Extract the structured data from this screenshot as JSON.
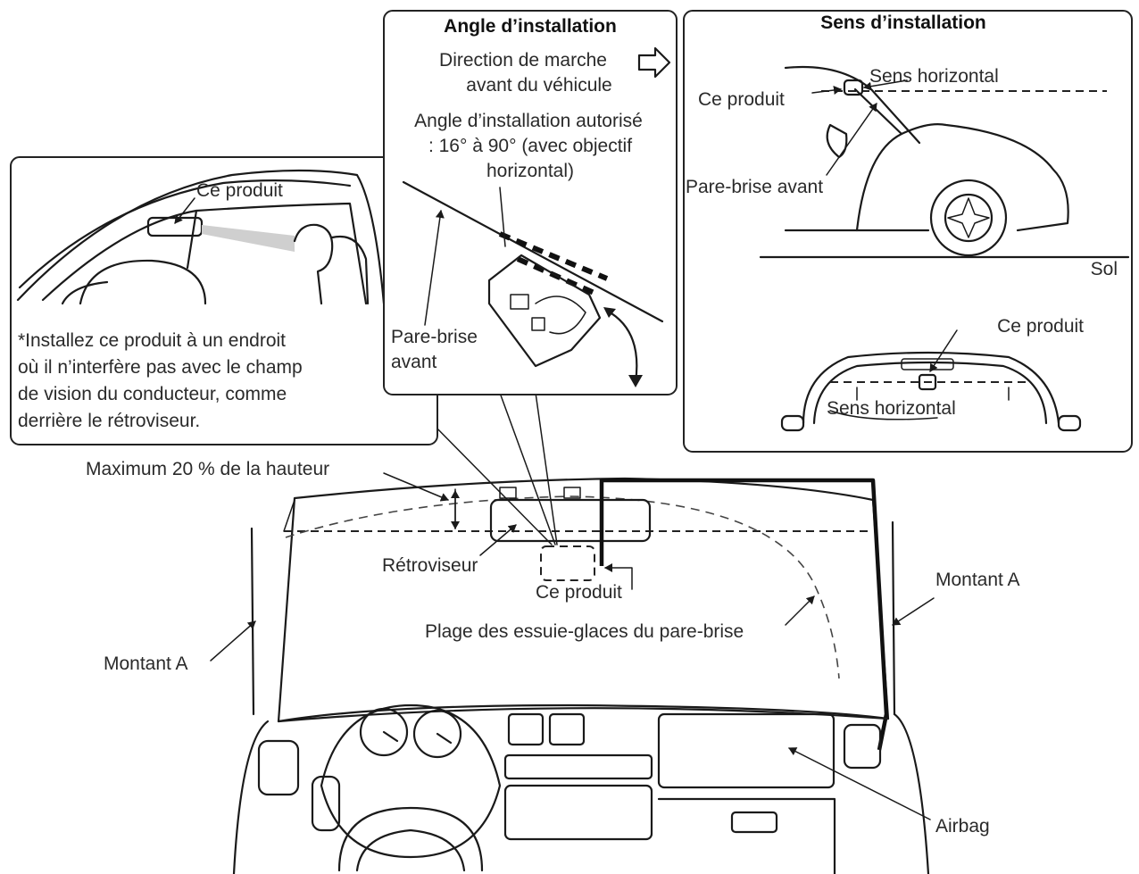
{
  "panels": {
    "angle": {
      "title": "Angle d’installation",
      "direction_line1": "Direction de marche",
      "direction_line2": "avant du véhicule",
      "allowed_line1": "Angle d’installation autorisé",
      "allowed_line2": ": 16° à 90° (avec objectif",
      "allowed_line3": "horizontal)",
      "windshield_line1": "Pare-brise",
      "windshield_line2": "avant"
    },
    "direction": {
      "title": "Sens d’installation",
      "product_side": "Ce produit",
      "horizontal_side": "Sens horizontal",
      "windshield_side": "Pare-brise avant",
      "ground": "Sol",
      "product_front": "Ce produit",
      "horizontal_front": "Sens horizontal"
    },
    "cabin": {
      "product": "Ce produit",
      "note_line1": "*Installez ce produit à un endroit",
      "note_line2": "où il n’interfère pas avec le champ",
      "note_line3": "de vision du conducteur, comme",
      "note_line4": "derrière le rétroviseur."
    }
  },
  "main": {
    "max_height": "Maximum 20 % de la hauteur",
    "mirror": "Rétroviseur",
    "product": "Ce produit",
    "wiper_range": "Plage des essuie-glaces du pare-brise",
    "pillar_left": "Montant A",
    "pillar_right": "Montant A",
    "airbag": "Airbag"
  }
}
